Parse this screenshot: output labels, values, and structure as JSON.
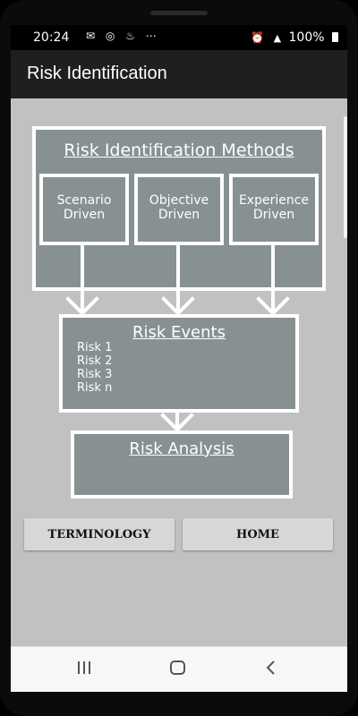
{
  "status_bar": {
    "time": "20:24",
    "left_icons": "✉ ◎ ♨ ⋯",
    "battery": "100%"
  },
  "app_bar": {
    "title": "Risk Identification"
  },
  "diagram": {
    "methods_title": "Risk Identification Methods",
    "methods": [
      {
        "line1": "Scenario",
        "line2": "Driven"
      },
      {
        "line1": "Objective",
        "line2": "Driven"
      },
      {
        "line1": "Experience",
        "line2": "Driven"
      }
    ],
    "events_title": "Risk Events",
    "risks": [
      "Risk 1",
      "Risk 2",
      "Risk 3",
      "Risk n"
    ],
    "analysis_title": "Risk Analysis"
  },
  "buttons": {
    "terminology": "TERMINOLOGY",
    "home": "HOME"
  },
  "nav_bar": {
    "icons": [
      "recents-icon",
      "home-icon",
      "back-icon"
    ]
  },
  "colors": {
    "box_fill": "#879191",
    "content_bg": "#c1c1c1",
    "button_bg": "#d7d7d7"
  }
}
